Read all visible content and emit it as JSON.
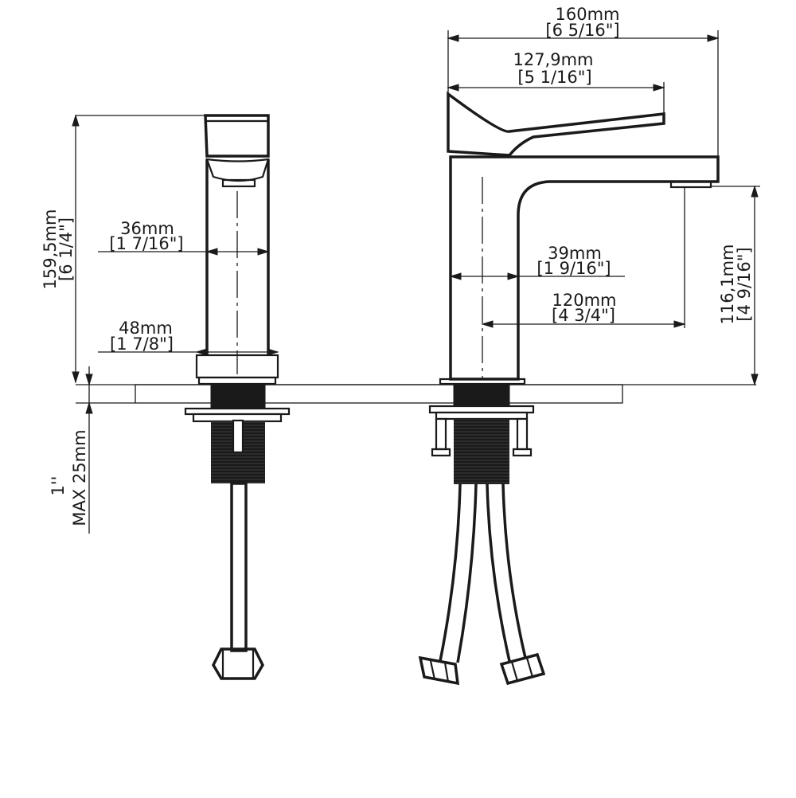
{
  "dimensions": {
    "overall_length": {
      "mm": "160mm",
      "inch": "[6 5/16\"]"
    },
    "lever_length": {
      "mm": "127,9mm",
      "inch": "[5 1/16\"]"
    },
    "body_width_side": {
      "mm": "36mm",
      "inch": "[1 7/16\"]"
    },
    "base_width": {
      "mm": "48mm",
      "inch": "[1 7/8\"]"
    },
    "total_height": {
      "mm": "159,5mm",
      "inch": "[6 1/4\"]"
    },
    "body_width_front": {
      "mm": "39mm",
      "inch": "[1 9/16\"]"
    },
    "spout_reach": {
      "mm": "120mm",
      "inch": "[4 3/4\"]"
    },
    "spout_height": {
      "mm": "116,1mm",
      "inch": "[4 9/16\"]"
    },
    "max_deck": {
      "inch": "1''",
      "mm": "MAX 25mm"
    }
  },
  "colors": {
    "line": "#1a1a1a",
    "background": "#ffffff"
  }
}
